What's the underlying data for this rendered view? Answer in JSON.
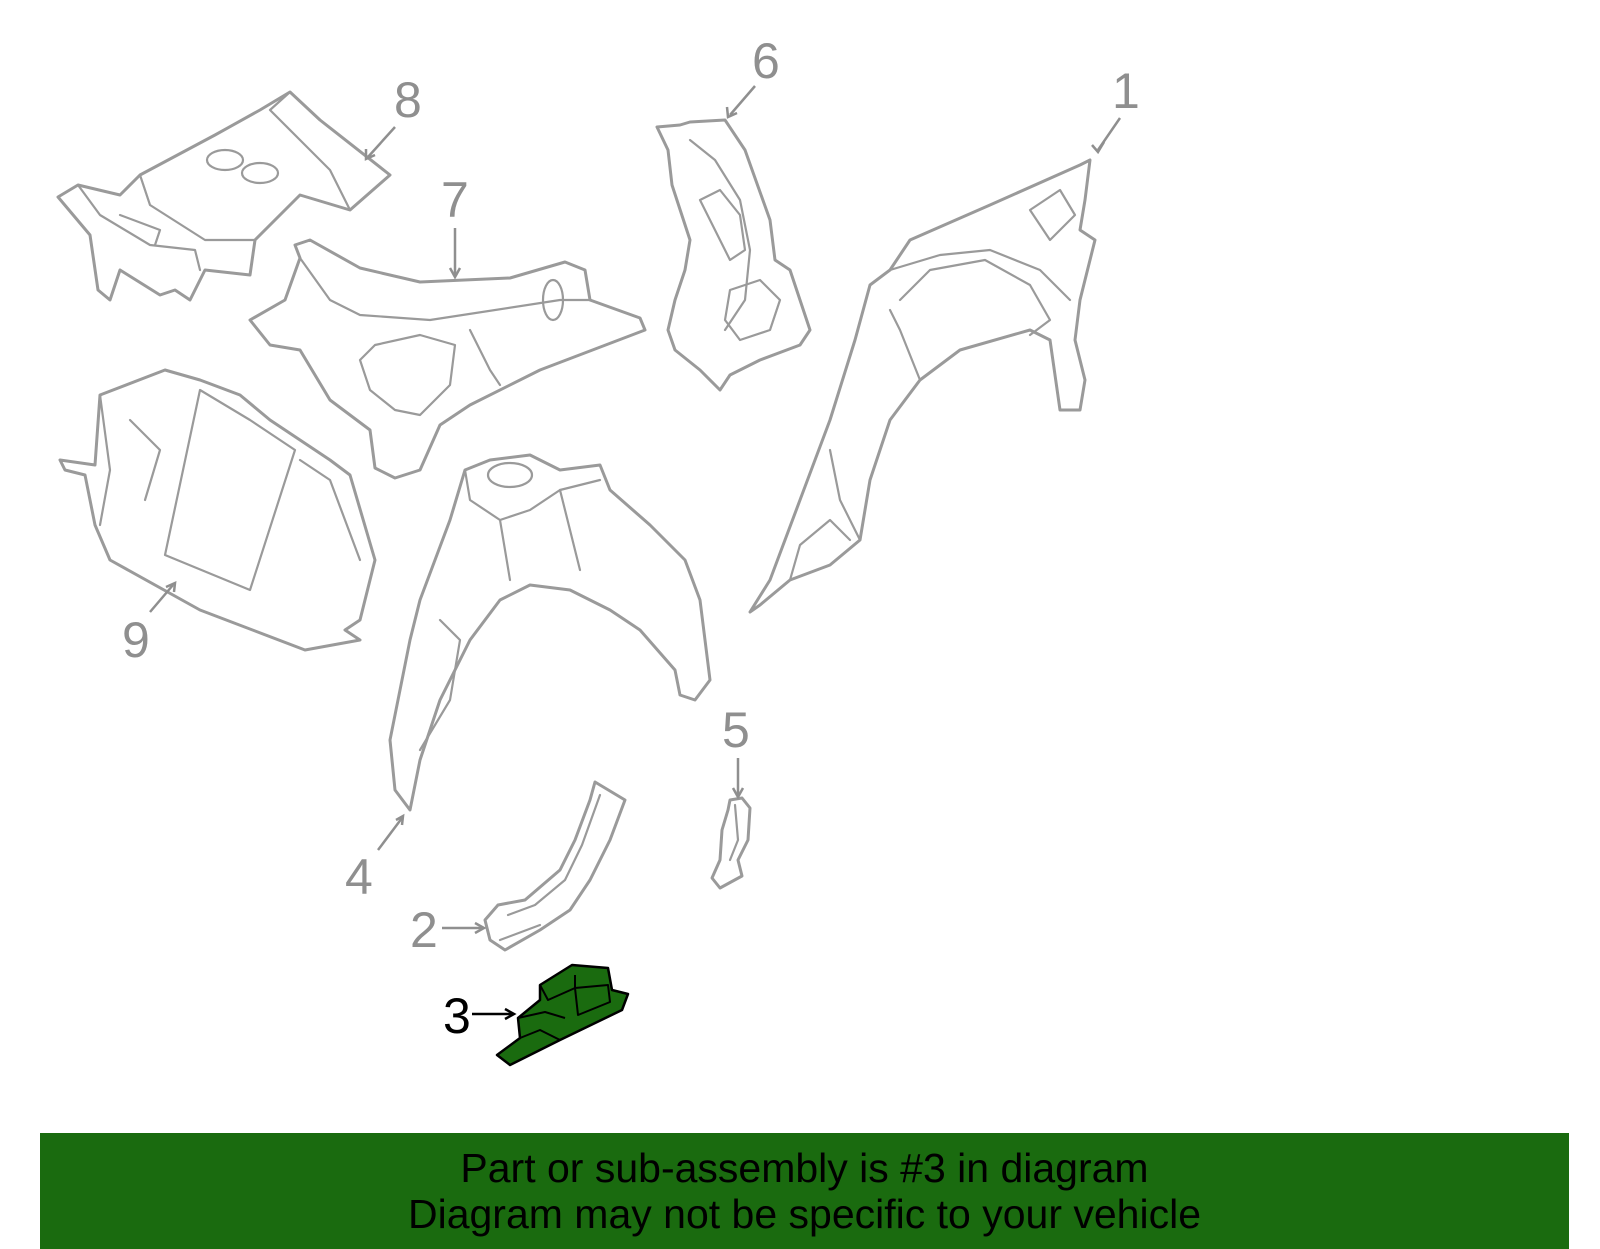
{
  "colors": {
    "banner": "#1a6b0f",
    "highlight_part": "#1a6b0f",
    "line": "#9a9a9a"
  },
  "callouts": [
    {
      "id": "1",
      "label": "1"
    },
    {
      "id": "2",
      "label": "2"
    },
    {
      "id": "3",
      "label": "3",
      "highlighted": true
    },
    {
      "id": "4",
      "label": "4"
    },
    {
      "id": "5",
      "label": "5"
    },
    {
      "id": "6",
      "label": "6"
    },
    {
      "id": "7",
      "label": "7"
    },
    {
      "id": "8",
      "label": "8"
    },
    {
      "id": "9",
      "label": "9"
    }
  ],
  "banner": {
    "line1": "Part or sub-assembly is #3 in diagram",
    "line2": "Diagram may not be specific to your vehicle"
  }
}
